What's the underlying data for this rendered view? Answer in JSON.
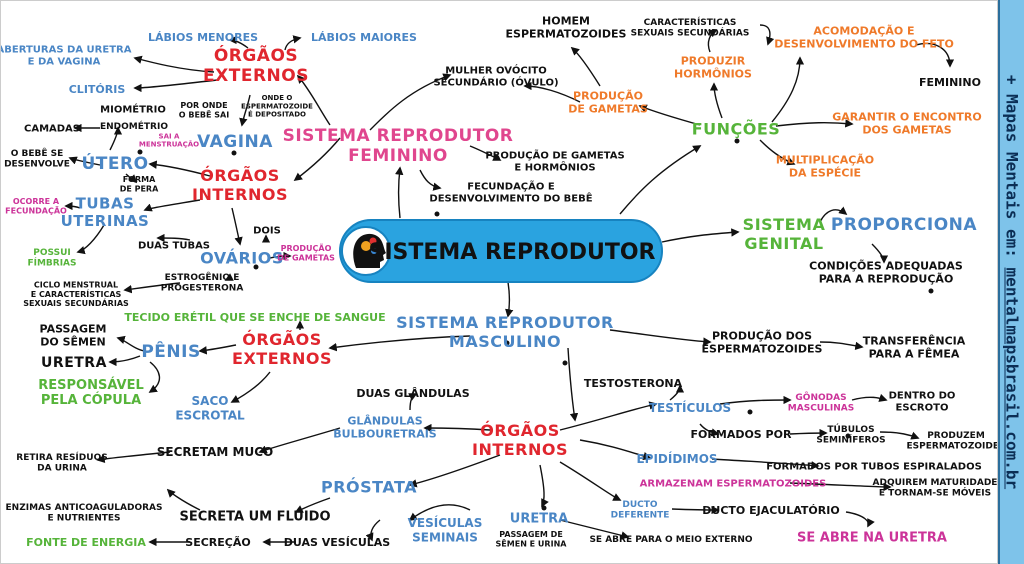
{
  "center": "SISTEMA REPRODUTOR",
  "side_label": {
    "prefix": "+ Mapas Mentais em: ",
    "url": "mentalmapsbrasil.com.br"
  },
  "colors": {
    "center_bg": "#2aa3e0",
    "black": "#111111",
    "red": "#e0262e",
    "pink": "#e0468e",
    "blue": "#4a86c5",
    "green": "#56b43a",
    "orange": "#ef7a2a",
    "magenta": "#cc3399",
    "sidebar": "#7ec3ea",
    "sidebar_text": "#0b2e55"
  },
  "labels": [
    {
      "id": "fem",
      "text": "SISTEMA REPRODUTOR\nFEMININO",
      "c": "pink"
    },
    {
      "id": "masc",
      "text": "SISTEMA REPRODUTOR\nMASCULINO",
      "c": "blue"
    },
    {
      "id": "genital",
      "text": "SISTEMA\nGENITAL",
      "c": "green"
    },
    {
      "id": "proporciona",
      "text": "PROPORCIONA",
      "c": "blue"
    },
    {
      "id": "condicoes",
      "text": "CONDIÇÕES ADEQUADAS\nPARA A REPRODUÇÃO",
      "c": "black"
    },
    {
      "id": "funcoes",
      "text": "FUNÇÕES",
      "c": "green"
    },
    {
      "id": "prod_gametas",
      "text": "PRODUÇÃO\nDE GAMETAS",
      "c": "orange"
    },
    {
      "id": "produzir_horm",
      "text": "PRODUZIR\nHORMÔNIOS",
      "c": "orange"
    },
    {
      "id": "caract_sex",
      "text": "CARACTERÍSTICAS\nSEXUAIS SECUNDÁRIAS",
      "c": "black"
    },
    {
      "id": "acomodacao",
      "text": "ACOMODAÇÃO E\nDESENVOLVIMENTO DO FETO",
      "c": "orange"
    },
    {
      "id": "feminino",
      "text": "FEMININO",
      "c": "black"
    },
    {
      "id": "garantir",
      "text": "GARANTIR O ENCONTRO\nDOS GAMETAS",
      "c": "orange"
    },
    {
      "id": "multiplicacao",
      "text": "MULTIPLICAÇÃO\nDA ESPÉCIE",
      "c": "orange"
    },
    {
      "id": "homem",
      "text": "HOMEM\nESPERMATOZOIDES",
      "c": "black"
    },
    {
      "id": "mulher",
      "text": "MULHER OVÓCITO\nSECUNDÁRIO (ÓVULO)",
      "c": "black"
    },
    {
      "id": "prod_gam_horm",
      "text": "PRODUÇÃO DE GAMETAS\nE HORMÔNIOS",
      "c": "black"
    },
    {
      "id": "fecundacao",
      "text": "FECUNDAÇÃO E\nDESENVOLVIMENTO DO BEBÊ",
      "c": "black"
    },
    {
      "id": "org_ext_f",
      "text": "ÓRGÃOS\nEXTERNOS",
      "c": "red"
    },
    {
      "id": "labios_men",
      "text": "LÁBIOS MENORES",
      "c": "blue"
    },
    {
      "id": "labios_mai",
      "text": "LÁBIOS MAIORES",
      "c": "blue"
    },
    {
      "id": "aberturas",
      "text": "ABERTURAS DA URETRA\nE DA VAGINA",
      "c": "blue"
    },
    {
      "id": "clitoris",
      "text": "CLITÓRIS",
      "c": "blue"
    },
    {
      "id": "vagina",
      "text": "VAGINA",
      "c": "blue"
    },
    {
      "id": "por_onde",
      "text": "POR ONDE\nO BEBÊ SAI",
      "c": "black"
    },
    {
      "id": "onde_esp",
      "text": "ONDE O\nESPERMATOZOIDE\nÉ DEPOSITADO",
      "c": "black"
    },
    {
      "id": "sai_menst",
      "text": "SAI A\nMENSTRUAÇÃO",
      "c": "magenta"
    },
    {
      "id": "org_int_f",
      "text": "ÓRGÃOS\nINTERNOS",
      "c": "red"
    },
    {
      "id": "utero",
      "text": "ÚTERO",
      "c": "blue"
    },
    {
      "id": "miometrio",
      "text": "MIOMÉTRIO",
      "c": "black"
    },
    {
      "id": "endometrio",
      "text": "ENDOMÉTRIO",
      "c": "black"
    },
    {
      "id": "camadas",
      "text": "CAMADAS",
      "c": "black"
    },
    {
      "id": "bebe_desenv",
      "text": "O BEBÊ SE\nDESENVOLVE",
      "c": "black"
    },
    {
      "id": "forma_pera",
      "text": "FORMA\nDE PERA",
      "c": "black"
    },
    {
      "id": "ocorre_fec",
      "text": "OCORRE A\nFECUNDAÇÃO",
      "c": "magenta"
    },
    {
      "id": "tubas",
      "text": "TUBAS\nUTERINAS",
      "c": "blue"
    },
    {
      "id": "duas_tubas",
      "text": "DUAS TUBAS",
      "c": "black"
    },
    {
      "id": "possui_fimb",
      "text": "POSSUI\nFÍMBRIAS",
      "c": "green"
    },
    {
      "id": "ovarios",
      "text": "OVÁRIOS",
      "c": "blue"
    },
    {
      "id": "dois",
      "text": "DOIS",
      "c": "black"
    },
    {
      "id": "prod_gam_small",
      "text": "PRODUÇÃO\nDE GAMETAS",
      "c": "magenta"
    },
    {
      "id": "estrogenio",
      "text": "ESTROGÊNIO E\nPROGESTERONA",
      "c": "black"
    },
    {
      "id": "ciclo",
      "text": "CICLO MENSTRUAL\nE CARACTERÍSTICAS\nSEXUAIS SECUNDÁRIAS",
      "c": "black"
    },
    {
      "id": "prod_esp",
      "text": "PRODUÇÃO DOS\nESPERMATOZOIDES",
      "c": "black"
    },
    {
      "id": "transferencia",
      "text": "TRANSFERÊNCIA\nPARA A FÊMEA",
      "c": "black"
    },
    {
      "id": "org_ext_m",
      "text": "ÓRGÃOS\nEXTERNOS",
      "c": "red"
    },
    {
      "id": "tecido",
      "text": "TECIDO ERÉTIL QUE SE ENCHE DE SANGUE",
      "c": "green"
    },
    {
      "id": "penis",
      "text": "PÊNIS",
      "c": "blue"
    },
    {
      "id": "passagem",
      "text": "PASSAGEM\nDO SÊMEN",
      "c": "black"
    },
    {
      "id": "uretra_big",
      "text": "URETRA",
      "c": "black"
    },
    {
      "id": "responsavel",
      "text": "RESPONSÁVEL\nPELA CÓPULA",
      "c": "green"
    },
    {
      "id": "saco",
      "text": "SACO\nESCROTAL",
      "c": "blue"
    },
    {
      "id": "org_int_m",
      "text": "ÓRGÃOS\nINTERNOS",
      "c": "red"
    },
    {
      "id": "testosterona",
      "text": "TESTOSTERONA",
      "c": "black"
    },
    {
      "id": "testiculos",
      "text": "TESTÍCULOS",
      "c": "blue"
    },
    {
      "id": "gonodas",
      "text": "GÔNODAS\nMASCULINAS",
      "c": "magenta"
    },
    {
      "id": "dentro",
      "text": "DENTRO DO\nESCROTO",
      "c": "black"
    },
    {
      "id": "formados_por",
      "text": "FORMADOS POR",
      "c": "black"
    },
    {
      "id": "tubulos",
      "text": "TÚBULOS\nSEMINÍFEROS",
      "c": "black"
    },
    {
      "id": "produzem",
      "text": "PRODUZEM\nESPERMATOZOIDES",
      "c": "black"
    },
    {
      "id": "epididimos",
      "text": "EPIDÍDIMOS",
      "c": "blue"
    },
    {
      "id": "formados_tub",
      "text": "FORMADOS POR TUBOS ESPIRALADOS",
      "c": "black"
    },
    {
      "id": "armazenam",
      "text": "ARMAZENAM ESPERMATOZOIDES",
      "c": "magenta"
    },
    {
      "id": "adquirem",
      "text": "ADQUIREM MATURIDADE\nE TORNAM-SE MÓVEIS",
      "c": "black"
    },
    {
      "id": "ducto_def",
      "text": "DUCTO\nDEFERENTE",
      "c": "blue"
    },
    {
      "id": "ducto_ejac",
      "text": "DUCTO EJACULATÓRIO",
      "c": "black"
    },
    {
      "id": "se_abre_ur",
      "text": "SE ABRE NA URETRA",
      "c": "magenta"
    },
    {
      "id": "uretra_m",
      "text": "URETRA",
      "c": "blue"
    },
    {
      "id": "passagem_semen",
      "text": "PASSAGEM DE\nSÊMEN E URINA",
      "c": "black"
    },
    {
      "id": "se_abre_meio",
      "text": "SE ABRE PARA O MEIO EXTERNO",
      "c": "black"
    },
    {
      "id": "duas_glandulas",
      "text": "DUAS GLÂNDULAS",
      "c": "black"
    },
    {
      "id": "glandulas",
      "text": "GLÂNDULAS\nBULBOURETRAIS",
      "c": "blue"
    },
    {
      "id": "secretam_muco",
      "text": "SECRETAM MUCO",
      "c": "black"
    },
    {
      "id": "retira",
      "text": "RETIRA RESÍDUOS\nDA URINA",
      "c": "black"
    },
    {
      "id": "prostata",
      "text": "PRÓSTATA",
      "c": "blue"
    },
    {
      "id": "enzimas",
      "text": "ENZIMAS ANTICOAGULADORAS\nE NUTRIENTES",
      "c": "black"
    },
    {
      "id": "secreta_fluido",
      "text": "SECRETA UM FLUIDO",
      "c": "black"
    },
    {
      "id": "fonte",
      "text": "FONTE DE ENERGIA",
      "c": "green"
    },
    {
      "id": "secrecao",
      "text": "SECREÇÃO",
      "c": "black"
    },
    {
      "id": "duas_vesiculas",
      "text": "DUAS VESÍCULAS",
      "c": "black"
    },
    {
      "id": "vesiculas",
      "text": "VESÍCULAS\nSEMINAIS",
      "c": "blue"
    }
  ]
}
